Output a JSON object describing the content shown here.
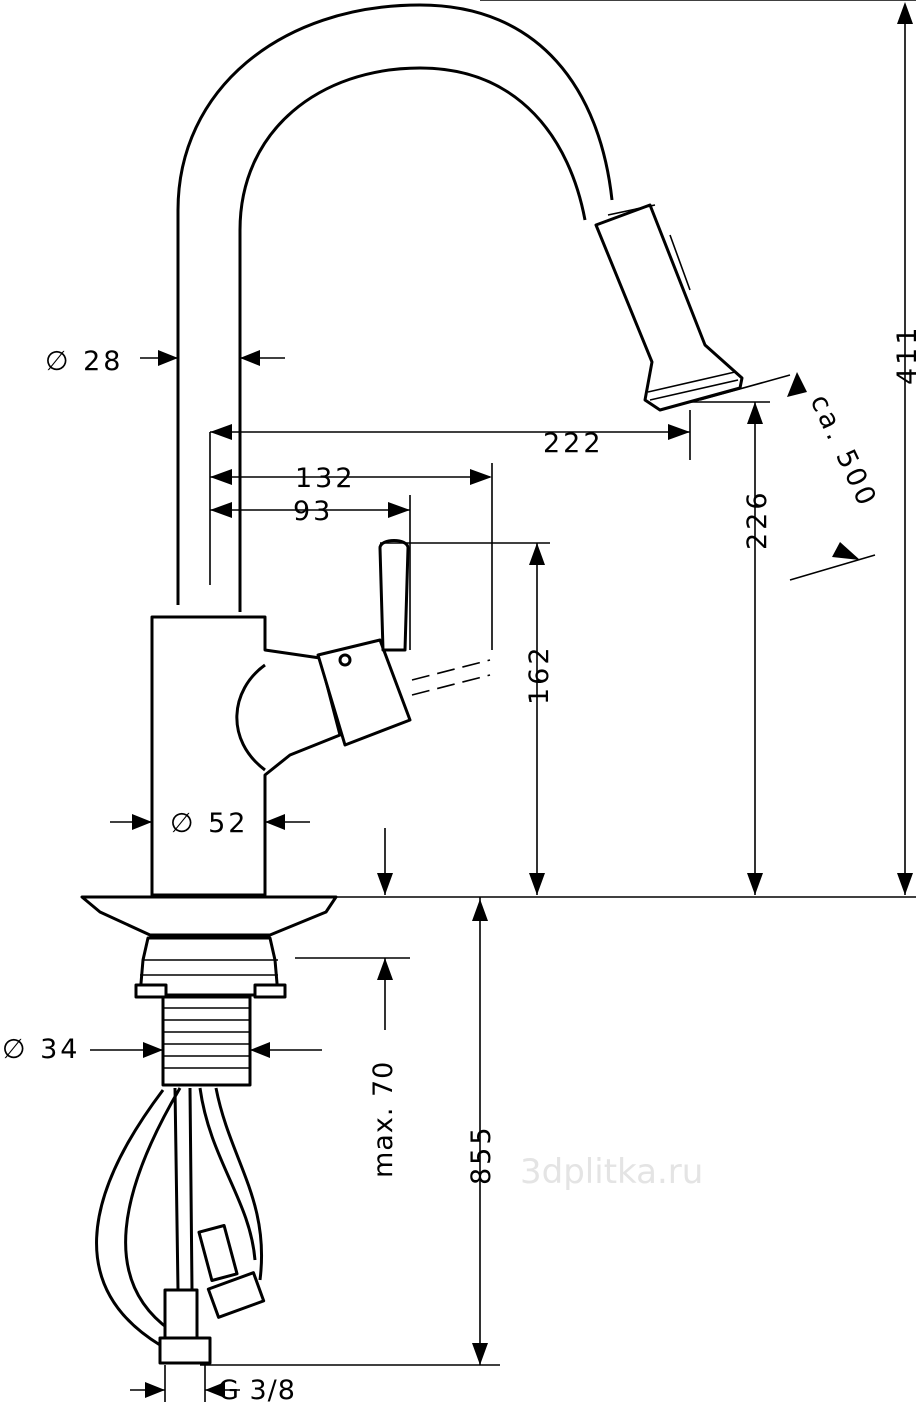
{
  "title": "Kitchen faucet with pull-out spray – dimension drawing",
  "dimensions": {
    "spout_diameter": "∅ 28",
    "spout_reach": "222",
    "handle_reach": "132",
    "handle_offset": "93",
    "handle_height": "162",
    "spout_outlet_height": "226",
    "total_height": "411",
    "hose_extension": "ca. 500",
    "body_diameter": "∅ 52",
    "shank_diameter": "∅ 34",
    "max_deck_thickness": "max. 70",
    "hose_length": "855",
    "connection_thread": "G 3/8"
  },
  "watermark": "3dplitka.ru"
}
